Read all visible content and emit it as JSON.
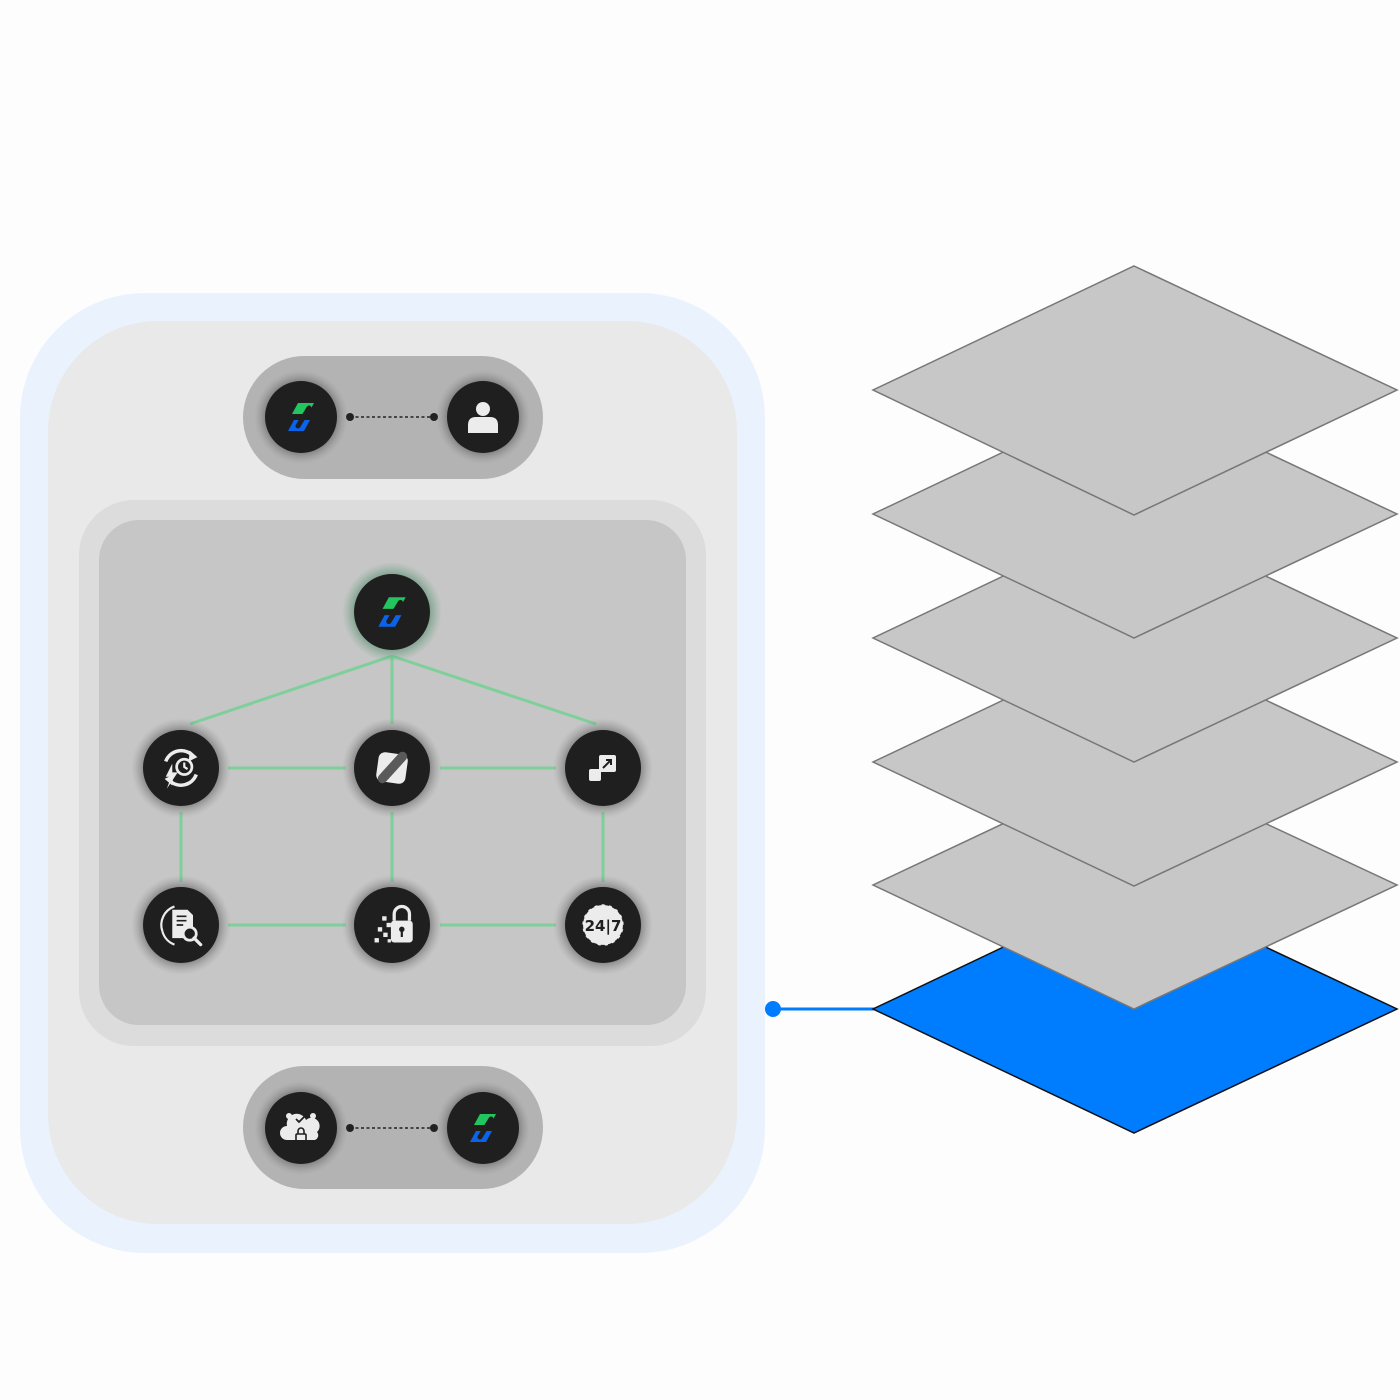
{
  "colors": {
    "background": "#fdfdfd",
    "outer_glow": "#eaf3fd",
    "panel": "#e9e9e9",
    "pill": "#b3b3b3",
    "inner_frame": "#dcdcdc",
    "inner_panel": "#c6c6c6",
    "node": "#1f1f1f",
    "node_ring": "#777777",
    "node_glow_hub": "#4f8f6a",
    "icon": "#ececec",
    "connector": "#7fcf9a",
    "dashed_link": "#222222",
    "layer": "#c7c7c7",
    "layer_stroke": "#777777",
    "active_layer": "#007cff",
    "active_connector": "#007cff",
    "brand_green": "#22c55e",
    "brand_blue": "#0a63e8"
  },
  "top_pill": {
    "left_icon": "brand-logo-icon",
    "right_icon": "user-icon",
    "link_style": "dashed"
  },
  "bottom_pill": {
    "left_icon": "cloud-security-icon",
    "right_icon": "brand-logo-icon",
    "link_style": "dashed"
  },
  "network": {
    "hub_icon": "brand-logo-icon",
    "nodes": [
      {
        "id": "sync-node",
        "icon": "instant-sync-icon"
      },
      {
        "id": "integration-node",
        "icon": "linked-shapes-icon"
      },
      {
        "id": "scale-node",
        "icon": "scale-up-icon"
      },
      {
        "id": "audit-node",
        "icon": "document-audit-icon"
      },
      {
        "id": "encryption-node",
        "icon": "data-lock-icon"
      },
      {
        "id": "support-node",
        "icon": "support-24-7-icon",
        "label": "24|7"
      }
    ]
  },
  "layer_stack": {
    "layer_count": 6,
    "active_layer": "bottom"
  }
}
